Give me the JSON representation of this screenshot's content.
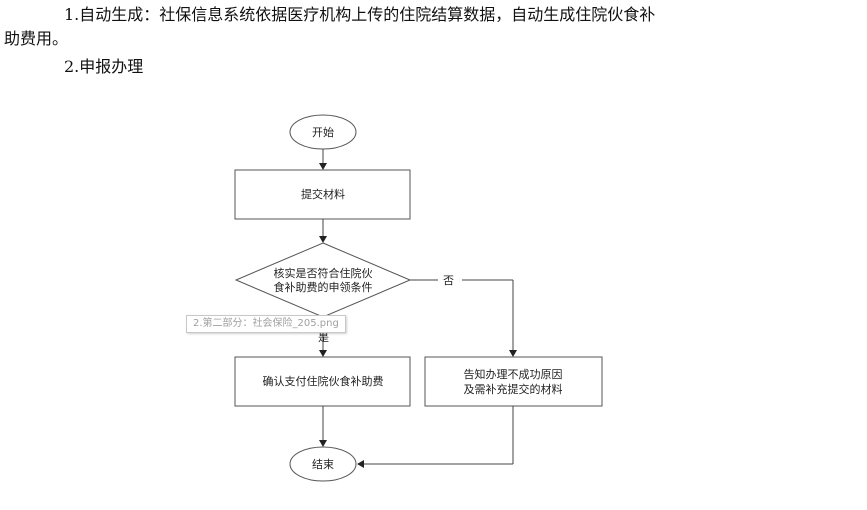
{
  "document": {
    "para1_line1": "1.自动生成：社保信息系统依据医疗机构上传的住院结算数据，自动生成住院伙食补",
    "para1_line2": "助费用。",
    "para2": "2.申报办理"
  },
  "flowchart": {
    "start": "开始",
    "submit": "提交材料",
    "decision_line1": "核实是否符合住院伙",
    "decision_line2": "食补助费的申领条件",
    "no_label": "否",
    "yes_label": "是",
    "confirm": "确认支付住院伙食补助费",
    "notify_line1": "告知办理不成功原因",
    "notify_line2": "及需补充提交的材料",
    "end": "结束"
  },
  "tooltip": {
    "text": "2.第二部分：社会保险_205.png"
  }
}
